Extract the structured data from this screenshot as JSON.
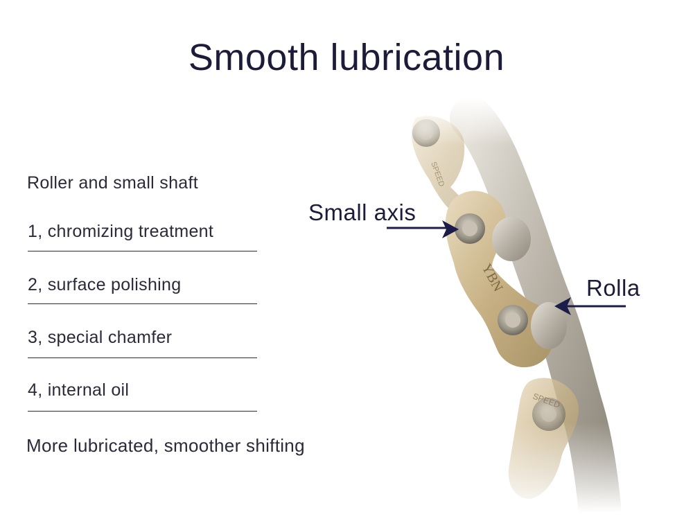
{
  "title": "Smooth lubrication",
  "subtitle": "Roller and small shaft",
  "features": [
    "1, chromizing treatment",
    "2, surface polishing",
    "3, special chamfer",
    "4, internal oil"
  ],
  "tagline": "More lubricated, smoother shifting",
  "callouts": {
    "small_axis": "Small axis",
    "rolla": "Rolla"
  },
  "chain_markings": {
    "brand": "YBN",
    "plate_text": "SPEED"
  },
  "colors": {
    "text_dark": "#1c1c3a",
    "text_body": "#2a2a3a",
    "arrow": "#1c1c4a",
    "chain_gold": "#c9b48a",
    "chain_silver": "#b9b4aa"
  }
}
